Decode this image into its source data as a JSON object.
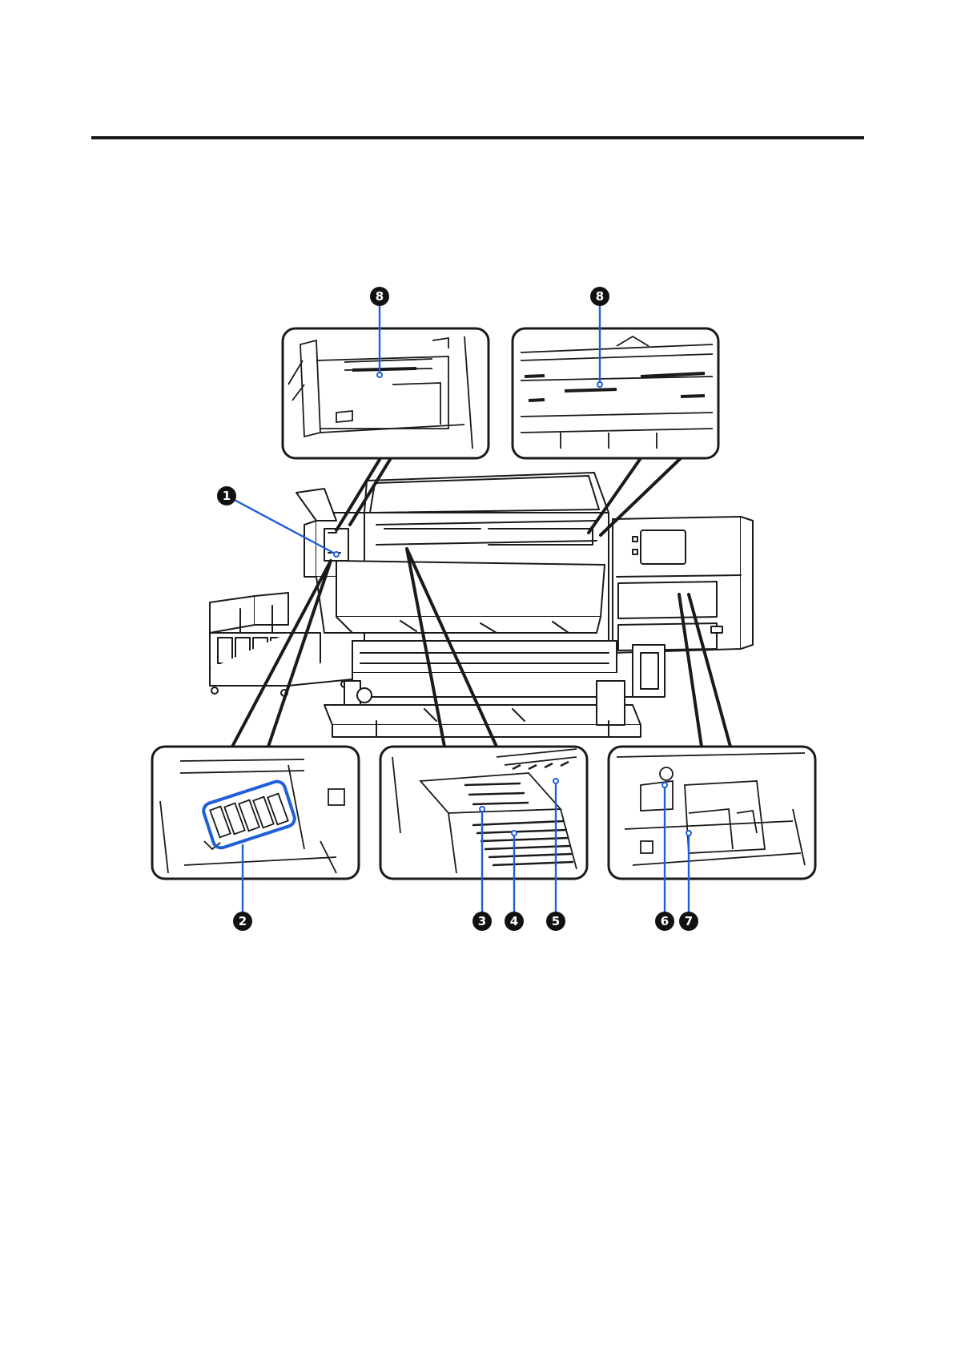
{
  "figure": {
    "callouts": [
      {
        "number": "1"
      },
      {
        "number": "2"
      },
      {
        "number": "3"
      },
      {
        "number": "4"
      },
      {
        "number": "5"
      },
      {
        "number": "6"
      },
      {
        "number": "7"
      },
      {
        "number": "8"
      },
      {
        "number": "8"
      }
    ],
    "colors": {
      "leader_line": "#1f5fd8",
      "outline": "#1a1a1a",
      "badge": "#111111"
    }
  }
}
